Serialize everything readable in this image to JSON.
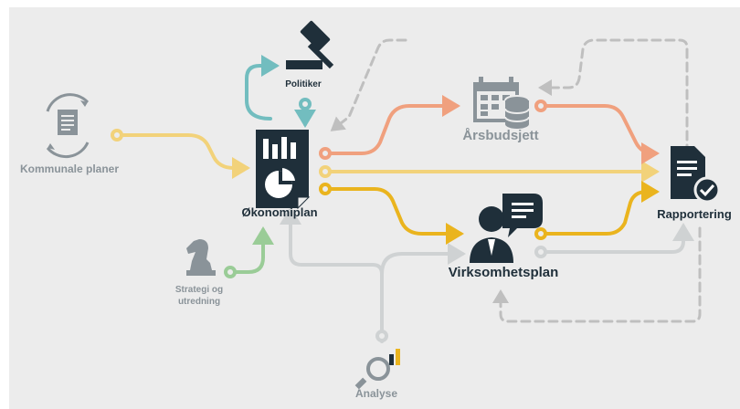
{
  "nodes": {
    "kommunale_planer": "Kommunale planer",
    "politiker": "Politiker",
    "okonomiplan": "Økonomiplan",
    "arsbudsjett": "Årsbudsjett",
    "rapportering": "Rapportering",
    "virksomhetsplan": "Virksomhetsplan",
    "strategi_line1": "Strategi og",
    "strategi_line2": "utredning",
    "analyse": "Analyse"
  },
  "colors": {
    "yellow_light": "#f2d27a",
    "yellow": "#eab41e",
    "salmon": "#f0a07e",
    "teal": "#72bdbf",
    "green": "#9acc97",
    "grey_light": "#cfd2d3",
    "dash": "#bfbfbf",
    "icon_dark": "#1f2f3a",
    "icon_grey": "#8a9399"
  }
}
